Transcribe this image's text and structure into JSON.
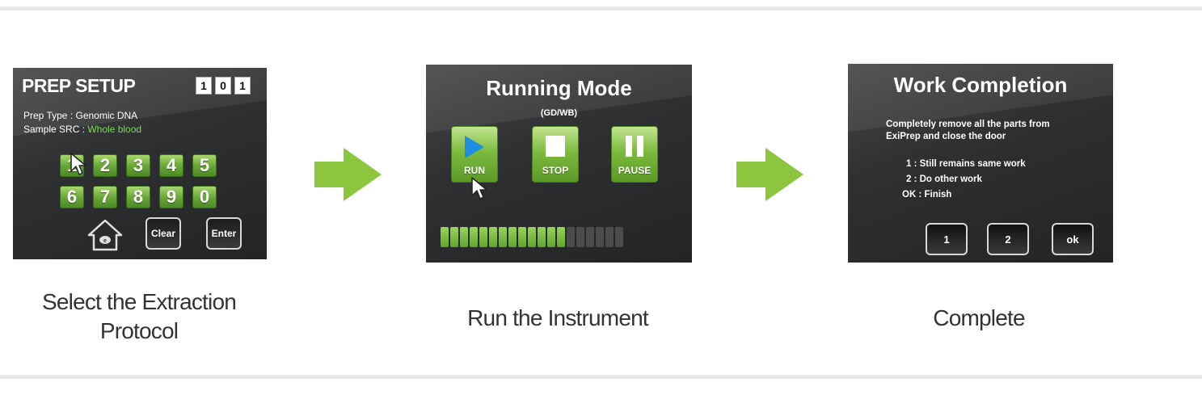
{
  "colors": {
    "accent_green": "#7cbb3e",
    "screen_bg": "#2e3031",
    "highlight_green": "#7ed957"
  },
  "step1": {
    "title": "PREP SETUP",
    "code_digits": [
      "1",
      "0",
      "1"
    ],
    "prep_type_label": "Prep Type : Genomic DNA",
    "sample_src_label": "Sample SRC : ",
    "sample_src_value": "Whole blood",
    "keys": [
      "1",
      "2",
      "3",
      "4",
      "5",
      "6",
      "7",
      "8",
      "9",
      "0"
    ],
    "home_icon": "home-icon",
    "clear_label": "Clear",
    "enter_label": "Enter",
    "caption_line1": "Select the Extraction",
    "caption_line2": "Protocol"
  },
  "step2": {
    "title": "Running Mode",
    "subtitle": "(GD/WB)",
    "run_label": "RUN",
    "stop_label": "STOP",
    "pause_label": "PAUSE",
    "progress": {
      "filled": 13,
      "total": 19
    },
    "caption": "Run the Instrument"
  },
  "step3": {
    "title": "Work Completion",
    "message_line1": "Completely remove all the parts from",
    "message_line2": "ExiPrep and close the door",
    "option1": "1  : Still remains same work",
    "option2": "2  : Do other work",
    "option3": "OK : Finish",
    "btn1": "1",
    "btn2": "2",
    "btn3": "ok",
    "caption": "Complete"
  },
  "icons": {
    "arrow": "arrow-right-icon",
    "cursor": "pointer-cursor-icon"
  }
}
